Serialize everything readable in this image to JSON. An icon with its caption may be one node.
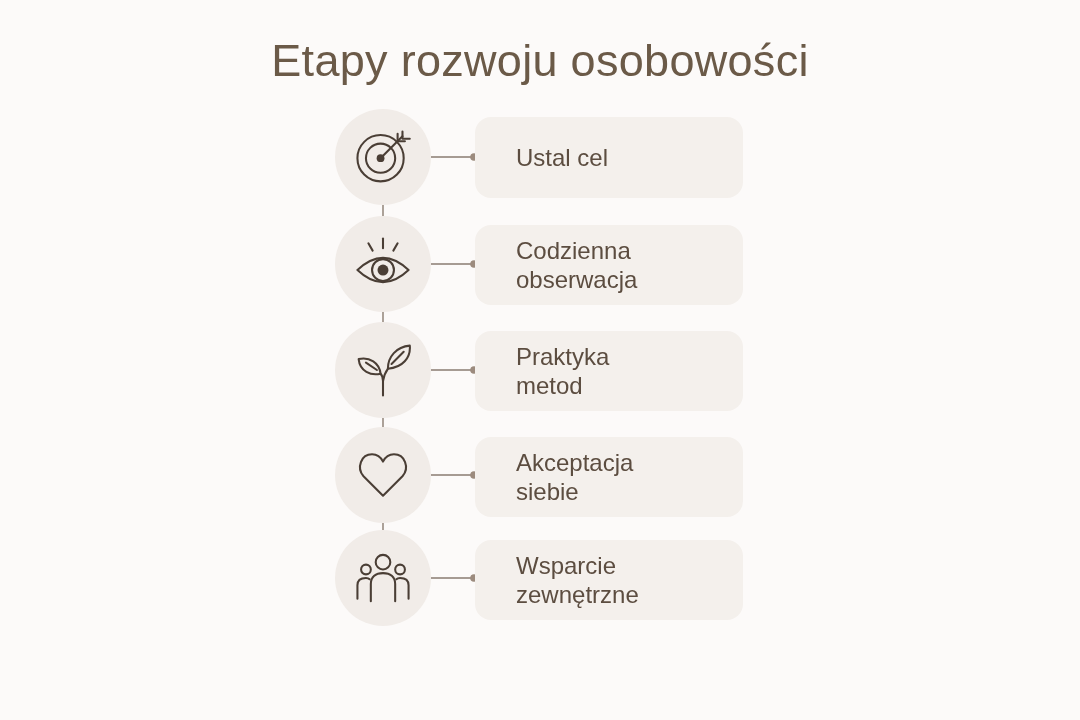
{
  "diagram": {
    "title": "Etapy rozwoju osobowości",
    "nodes": [
      {
        "text": [],
        "shape": "circle"
      },
      {
        "text": [
          "Ustal cel"
        ]
      },
      {
        "text": [],
        "shape": "circle"
      },
      {
        "text": [
          "Codzienna obserwacja"
        ]
      },
      {
        "text": [],
        "shape": "circle"
      },
      {
        "text": [
          "Praktyka metod"
        ]
      },
      {
        "text": [],
        "shape": "circle"
      },
      {
        "text": [
          "Akceptacja siebie"
        ]
      },
      {
        "text": [],
        "shape": "circle"
      },
      {
        "text": [
          "Wsparcie zewnętrzne"
        ]
      }
    ],
    "edges": [
      {
        "from": 0,
        "to": 1,
        "arrow": "other"
      },
      {
        "from": 0,
        "to": 2,
        "arrow": "none"
      },
      {
        "from": 2,
        "to": 3,
        "arrow": "other"
      },
      {
        "from": 2,
        "to": 4,
        "arrow": "none"
      },
      {
        "from": 4,
        "to": 5,
        "arrow": "other"
      },
      {
        "from": 4,
        "to": 6,
        "arrow": "none"
      },
      {
        "from": 6,
        "to": 7,
        "arrow": "other"
      },
      {
        "from": 6,
        "to": 8,
        "arrow": "none"
      },
      {
        "from": 8,
        "to": 9,
        "arrow": "other"
      }
    ]
  }
}
